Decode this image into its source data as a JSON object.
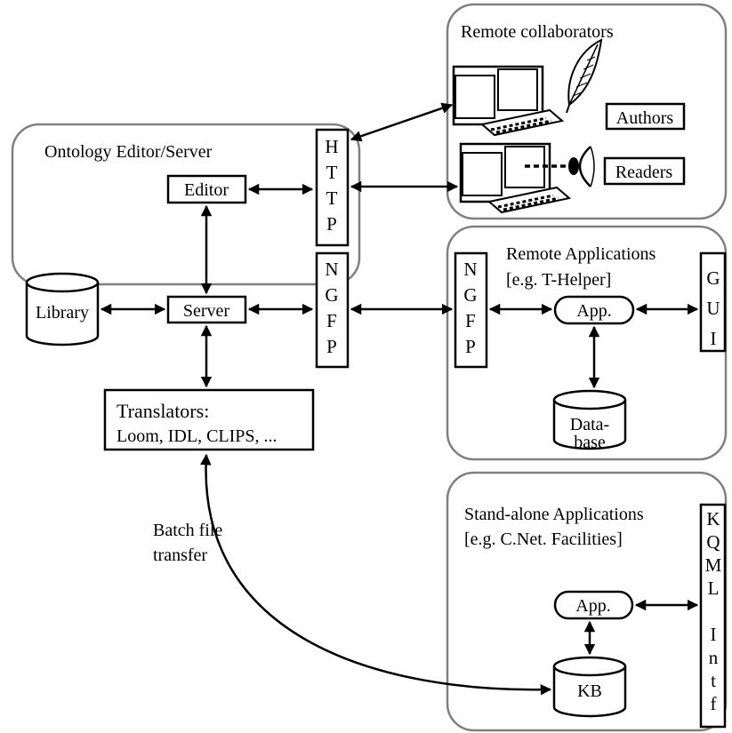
{
  "panels": {
    "remote_collaborators": {
      "title": "Remote collaborators",
      "authors": "Authors",
      "readers": "Readers"
    },
    "editor_server": {
      "title": "Ontology Editor/Server",
      "editor": "Editor",
      "server": "Server",
      "library": "Library",
      "http": [
        "H",
        "T",
        "T",
        "P"
      ],
      "ngfp": [
        "N",
        "G",
        "F",
        "P"
      ],
      "translators": {
        "line1": "Translators:",
        "line2": "Loom, IDL, CLIPS, ..."
      }
    },
    "remote_applications": {
      "title": "Remote Applications",
      "subtitle": "[e.g. T-Helper]",
      "ngfp": [
        "N",
        "G",
        "F",
        "P"
      ],
      "app": "App.",
      "gui": [
        "G",
        "U",
        "I"
      ],
      "database": [
        "Data-",
        "base"
      ]
    },
    "standalone_applications": {
      "title": "Stand-alone Applications",
      "subtitle": "[e.g. C.Net. Facilities]",
      "app": "App.",
      "kb": "KB",
      "kqml": [
        "K",
        "Q",
        "M",
        "L",
        "",
        "I",
        "n",
        "t",
        "f"
      ]
    }
  },
  "batch_transfer": {
    "line1": "Batch file",
    "line2": "transfer"
  }
}
